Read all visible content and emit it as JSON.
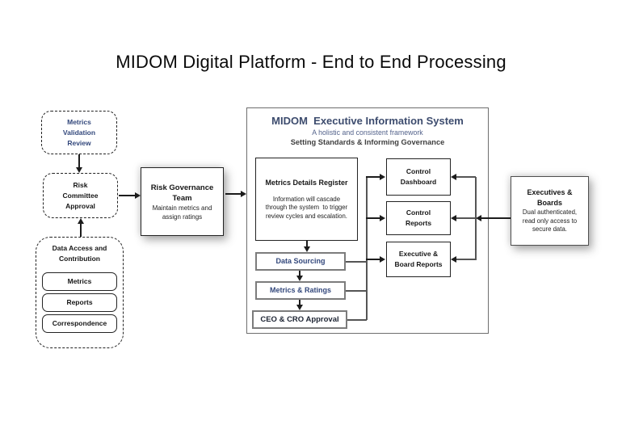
{
  "title": "MIDOM Digital Platform - End to End Processing",
  "left_flow": {
    "metrics_validation_review": {
      "lines": [
        "Metrics",
        "Validation",
        "Review"
      ]
    },
    "risk_committee_approval": {
      "lines": [
        "Risk",
        "Committee",
        "Approval"
      ]
    },
    "data_access": {
      "title_lines": [
        "Data Access and",
        "Contribution"
      ],
      "items": [
        "Metrics",
        "Reports",
        "Correspondence"
      ]
    },
    "risk_governance_team": {
      "title_lines": [
        "Risk Governance",
        "Team"
      ],
      "subtitle": "Maintain metrics and\nassign ratings"
    }
  },
  "eis": {
    "title": "MIDOM  Executive Information System",
    "subtitle": "A holistic and consistent framework",
    "tagline": "Setting Standards & Informing Governance",
    "metrics_details_register": {
      "title": "Metrics Details Register",
      "body": "Information will cascade\nthrough the system  to trigger\nreview cycles and escalation."
    },
    "pipeline": [
      "Data Sourcing",
      "Metrics & Ratings",
      "CEO & CRO Approval"
    ],
    "outputs": [
      {
        "lines": [
          "Control",
          "Dashboard"
        ]
      },
      {
        "lines": [
          "Control",
          "Reports"
        ]
      },
      {
        "lines": [
          "Executive &",
          "Board Reports"
        ]
      }
    ]
  },
  "executives_boards": {
    "title_lines": [
      "Executives &",
      "Boards"
    ],
    "body": "Dual authenticated,\nread only access to\nsecure data."
  },
  "colors": {
    "navy_text": "#33487c",
    "eis_title": "#3d4c6e",
    "eis_subtitle": "#55648c",
    "tagline_text": "#3f3f3f",
    "dark_text": "#161616",
    "ceo_text": "#1d2433",
    "line": "#1c1c1c",
    "bus_line": "#555555",
    "border_gray": "#7c7c7c",
    "background": "#ffffff"
  }
}
